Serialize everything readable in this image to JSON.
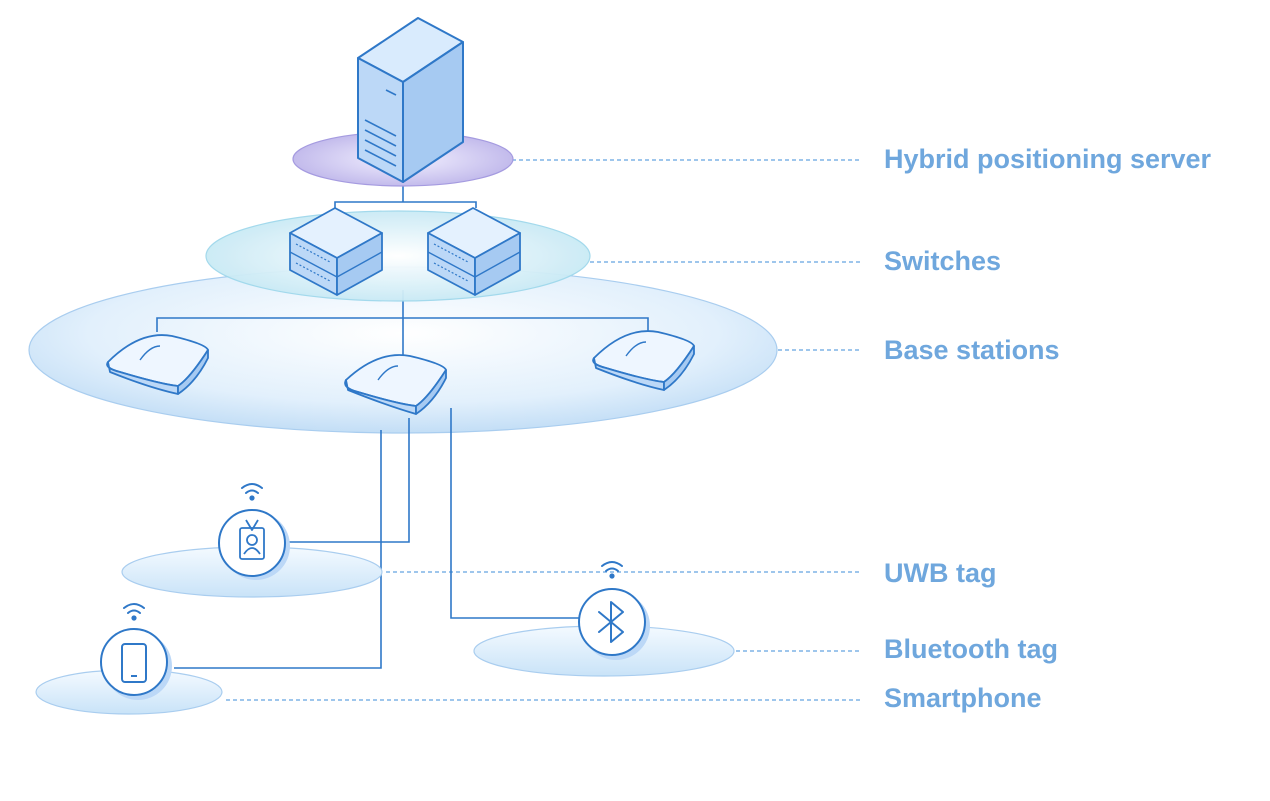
{
  "labels": {
    "server": "Hybrid positioning server",
    "switches": "Switches",
    "base_stations": "Base stations",
    "uwb_tag": "UWB tag",
    "bluetooth_tag": "Bluetooth tag",
    "smartphone": "Smartphone"
  },
  "colors": {
    "label": "#6fa7dd",
    "line": "#2f78c8",
    "dashed": "#7fb3e6",
    "device_fill": "#bcd8f7",
    "device_stroke": "#2f78c8",
    "server_disc": "#c9c2ee",
    "switch_disc": "#d6f1f7",
    "platform": "#dceefc"
  },
  "icons": [
    "server-icon",
    "switch-icon",
    "access-point-icon",
    "badge-icon",
    "bluetooth-icon",
    "smartphone-icon",
    "wifi-signal-icon"
  ]
}
